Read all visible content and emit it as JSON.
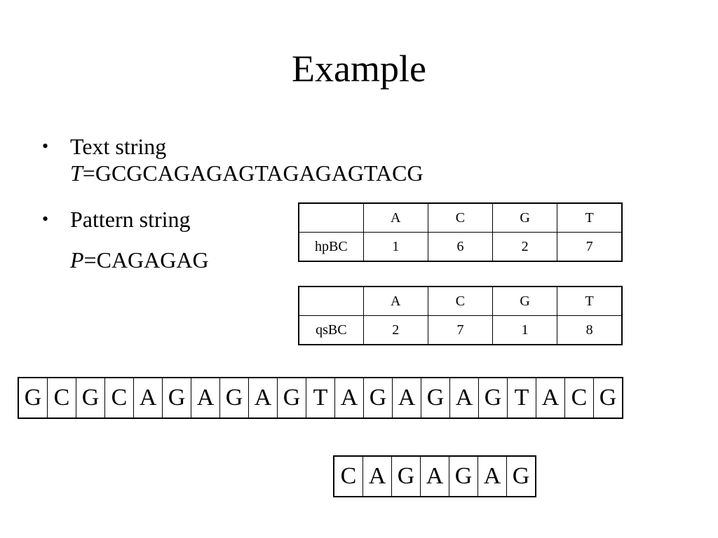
{
  "title": "Example",
  "bullets": {
    "text_label": "Text string",
    "text_var": "T",
    "text_value": "=GCGCAGAGAGTAGAGAGTACG",
    "pattern_label": "Pattern string",
    "pattern_var": "P",
    "pattern_value": "=CAGAGAG",
    "bullet_glyph": "•"
  },
  "hp_table": {
    "headers": [
      "",
      "A",
      "C",
      "G",
      "T"
    ],
    "row_label": "hpBC",
    "values": [
      "1",
      "6",
      "2",
      "7"
    ]
  },
  "qs_table": {
    "headers": [
      "",
      "A",
      "C",
      "G",
      "T"
    ],
    "row_label": "qsBC",
    "values": [
      "2",
      "7",
      "1",
      "8"
    ]
  },
  "text_sequence": [
    "G",
    "C",
    "G",
    "C",
    "A",
    "G",
    "A",
    "G",
    "A",
    "G",
    "T",
    "A",
    "G",
    "A",
    "G",
    "A",
    "G",
    "T",
    "A",
    "C",
    "G"
  ],
  "pattern_sequence": [
    "C",
    "A",
    "G",
    "A",
    "G",
    "A",
    "G"
  ]
}
